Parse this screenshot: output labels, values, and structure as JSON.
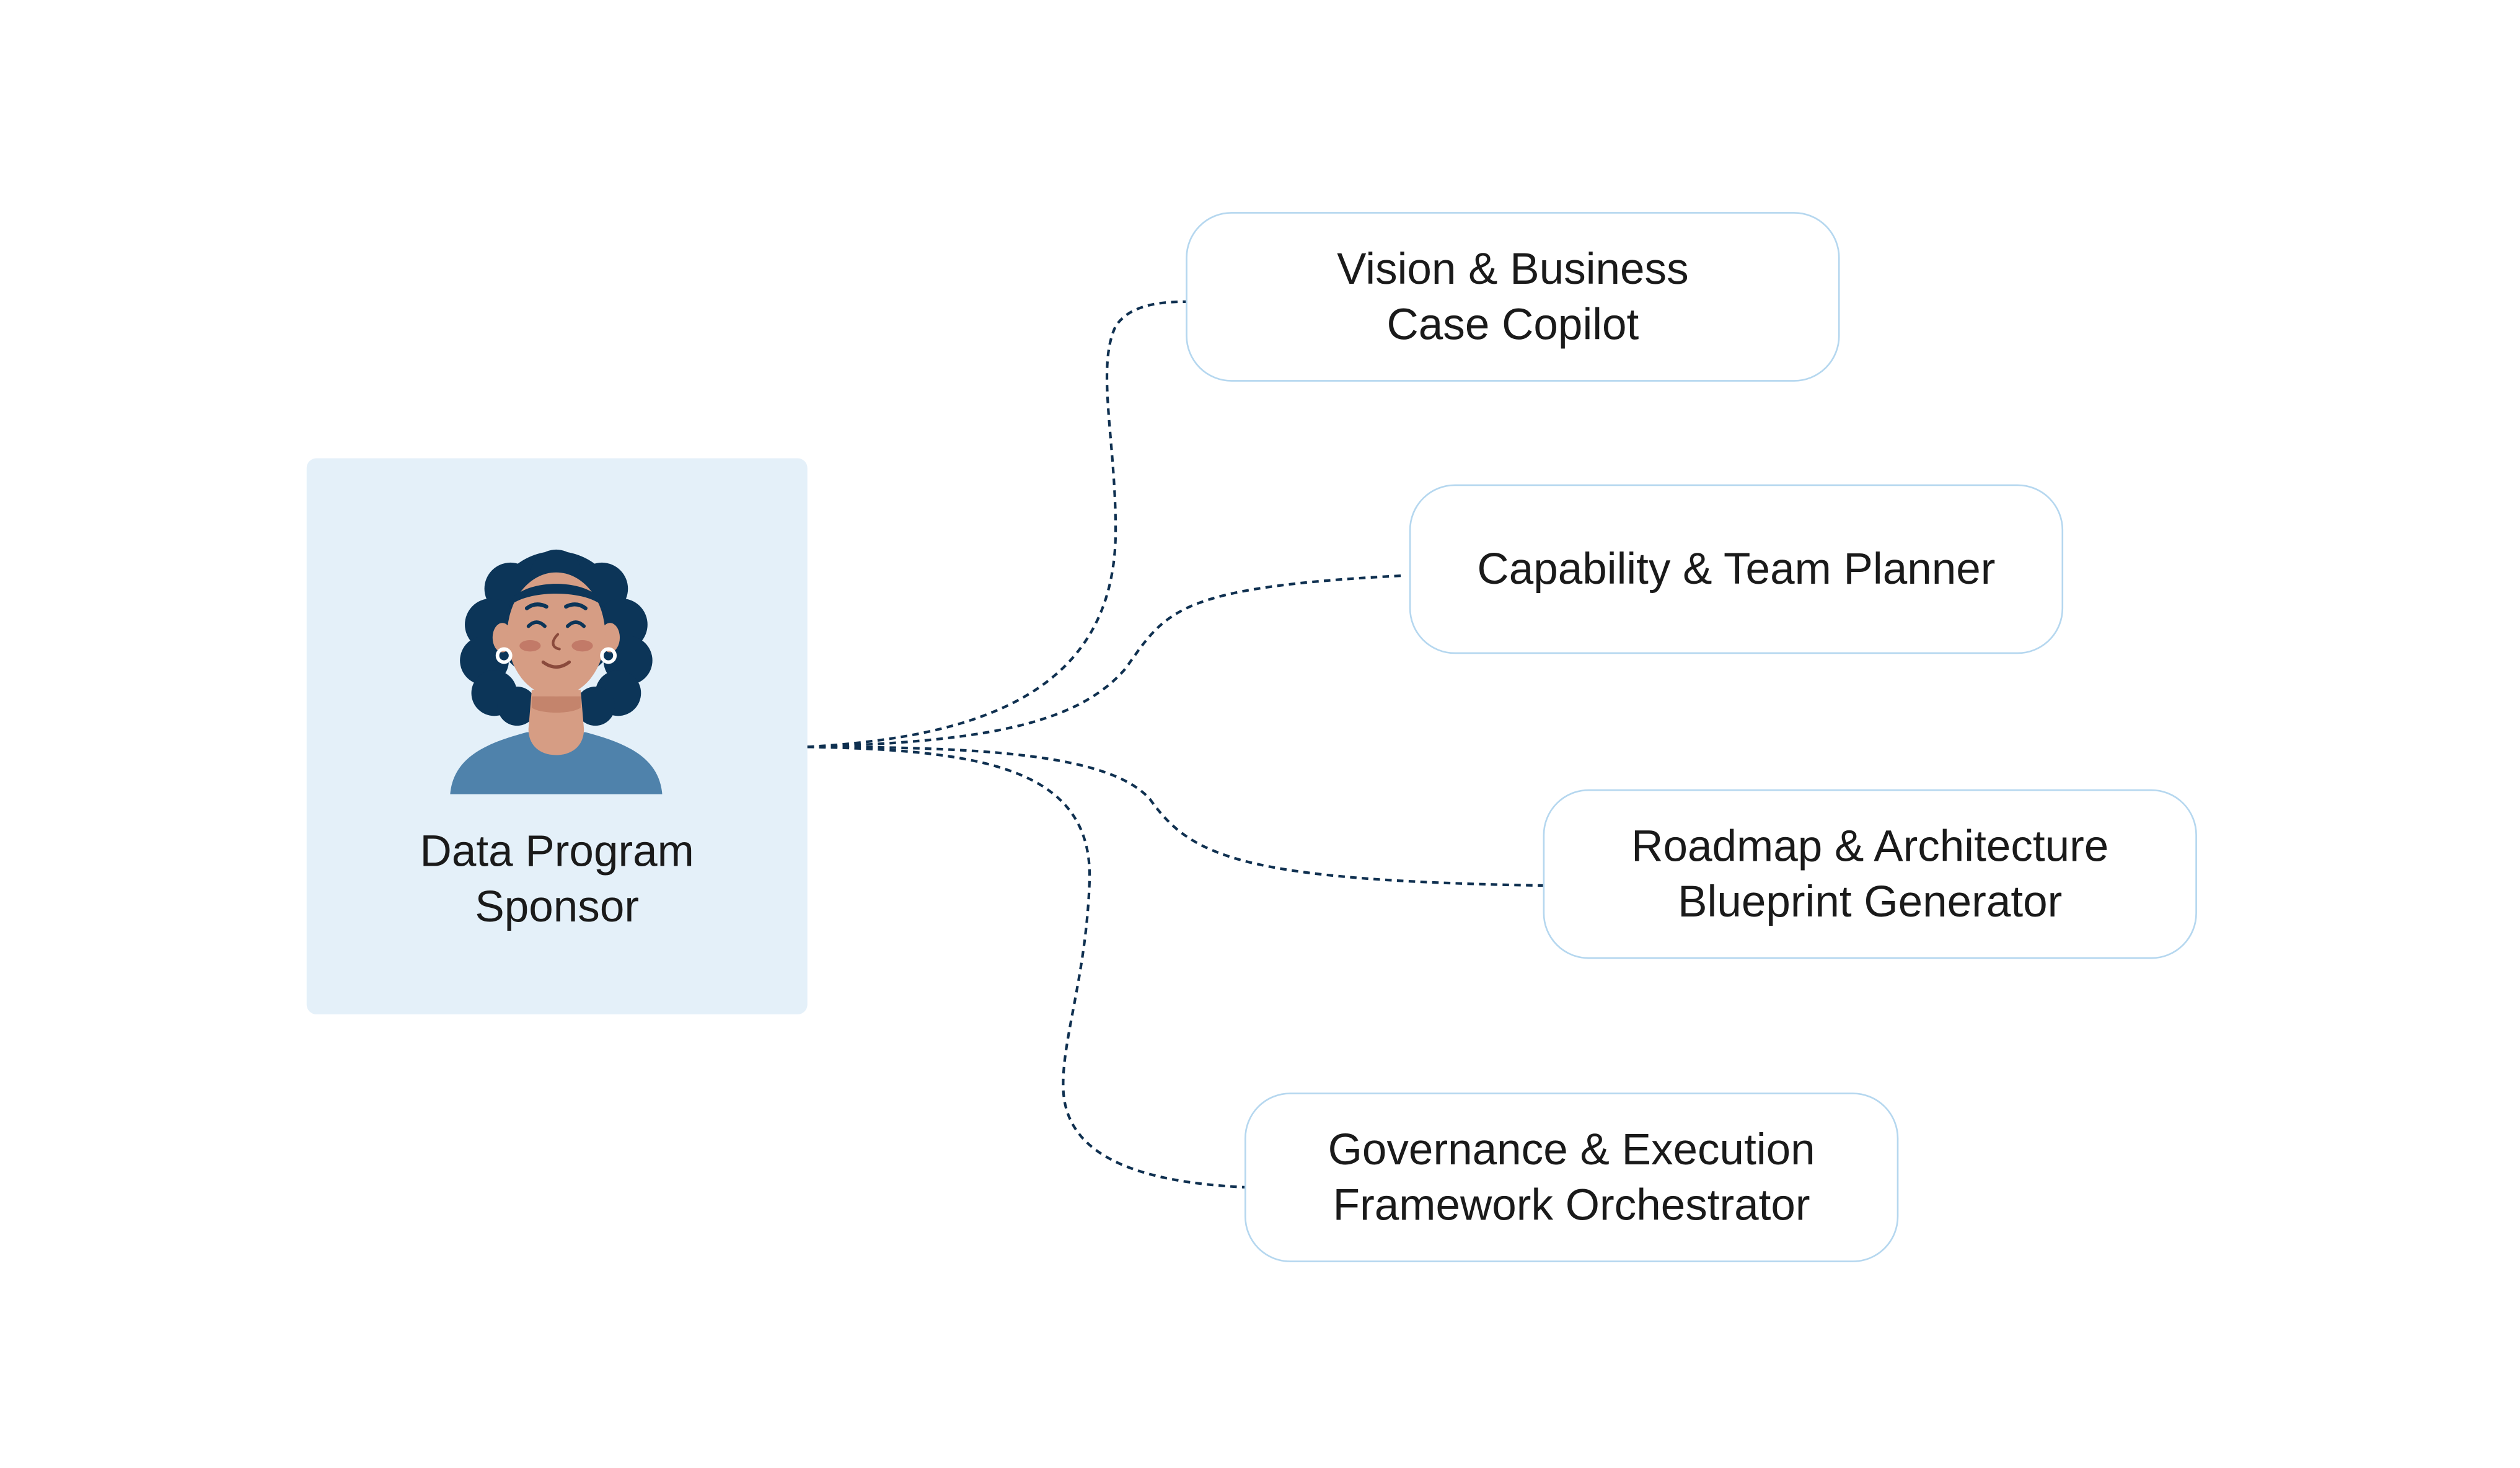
{
  "persona": {
    "title_line1": "Data Program",
    "title_line2": "Sponsor",
    "avatar_icon": "woman-avatar-icon"
  },
  "tools": [
    {
      "line1": "Vision & Business",
      "line2": "Case Copilot"
    },
    {
      "line1": "Capability & Team Planner",
      "line2": ""
    },
    {
      "line1": "Roadmap & Architecture",
      "line2": "Blueprint Generator"
    },
    {
      "line1": "Governance & Execution",
      "line2": "Framework Orchestrator"
    }
  ],
  "colors": {
    "card_background": "#e4f0f9",
    "node_border": "#b5d7ef",
    "connector": "#0f3050",
    "hair": "#0c3558",
    "skin": "#d69d84",
    "shirt": "#4f82ab"
  }
}
